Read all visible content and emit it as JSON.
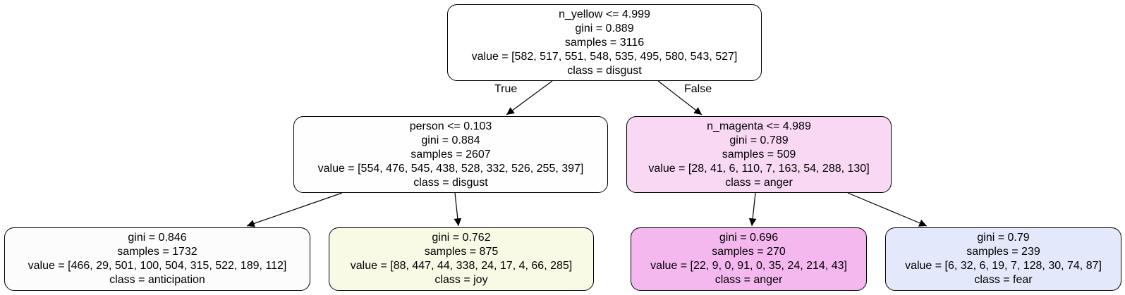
{
  "tree": {
    "nodes": [
      {
        "id": "root",
        "lines": [
          "n_yellow <= 4.999",
          "gini = 0.889",
          "samples = 3116",
          "value = [582, 517, 551, 548, 535, 495, 580, 543, 527]",
          "class = disgust"
        ],
        "fill": "#ffffff"
      },
      {
        "id": "left",
        "lines": [
          "person <= 0.103",
          "gini = 0.884",
          "samples = 2607",
          "value = [554, 476, 545, 438, 528, 332, 526, 255, 397]",
          "class = disgust"
        ],
        "fill": "#fefefe"
      },
      {
        "id": "right",
        "lines": [
          "n_magenta <= 4.989",
          "gini = 0.789",
          "samples = 509",
          "value = [28, 41, 6, 110, 7, 163, 54, 288, 130]",
          "class = anger"
        ],
        "fill": "#f9d8f4"
      },
      {
        "id": "left-left",
        "lines": [
          "gini = 0.846",
          "samples = 1732",
          "value = [466, 29, 501, 100, 504, 315, 522, 189, 112]",
          "class = anticipation"
        ],
        "fill": "#fcfcfc"
      },
      {
        "id": "left-right",
        "lines": [
          "gini = 0.762",
          "samples = 875",
          "value = [88, 447, 44, 338, 24, 17, 4, 66, 285]",
          "class = joy"
        ],
        "fill": "#f8fae6"
      },
      {
        "id": "right-left",
        "lines": [
          "gini = 0.696",
          "samples = 270",
          "value = [22, 9, 0, 91, 0, 35, 24, 214, 43]",
          "class = anger"
        ],
        "fill": "#f4b8ee"
      },
      {
        "id": "right-right",
        "lines": [
          "gini = 0.79",
          "samples = 239",
          "value = [6, 32, 6, 19, 7, 128, 30, 74, 87]",
          "class = fear"
        ],
        "fill": "#e3e8fa"
      }
    ],
    "edges": [
      {
        "from": "root",
        "to": "left",
        "label": "True"
      },
      {
        "from": "root",
        "to": "right",
        "label": "False"
      },
      {
        "from": "left",
        "to": "left-left",
        "label": ""
      },
      {
        "from": "left",
        "to": "left-right",
        "label": ""
      },
      {
        "from": "right",
        "to": "right-left",
        "label": ""
      },
      {
        "from": "right",
        "to": "right-right",
        "label": ""
      }
    ]
  }
}
